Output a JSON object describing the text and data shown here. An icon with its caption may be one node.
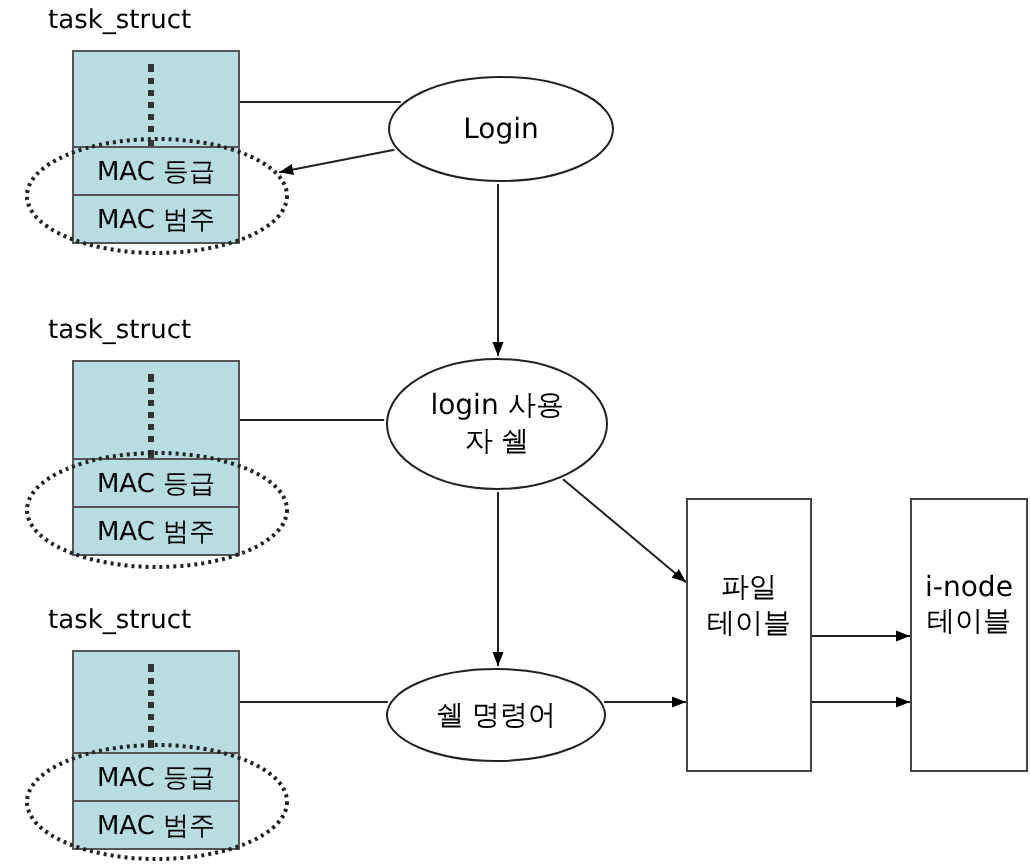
{
  "diagram": {
    "nodes": [
      {
        "text": [
          "task_struct"
        ]
      },
      {
        "text": [
          "MAC 등급"
        ]
      },
      {
        "text": [
          "MAC 범주"
        ]
      },
      {
        "text": [],
        "shape": "ellipse"
      },
      {
        "text": [
          "Login"
        ]
      },
      {
        "text": [
          "task_struct"
        ]
      },
      {
        "text": [
          "MAC 등급"
        ]
      },
      {
        "text": [
          "MAC 범주"
        ]
      },
      {
        "text": [],
        "shape": "ellipse"
      },
      {
        "text": [
          "login 사용자 쉘"
        ]
      },
      {
        "text": [
          "task_struct"
        ]
      },
      {
        "text": [
          "MAC 등급"
        ]
      },
      {
        "text": [
          "MAC 범주"
        ]
      },
      {
        "text": [],
        "shape": "ellipse"
      },
      {
        "text": [
          "쉘 명령어"
        ]
      },
      {
        "text": [
          "파일 테이블"
        ]
      },
      {
        "text": [
          "i-node 테이블"
        ]
      }
    ],
    "edges": [
      {
        "from": 4,
        "to": 0,
        "arrow": "none"
      },
      {
        "from": 4,
        "to": 3,
        "arrow": "to"
      },
      {
        "from": 4,
        "to": 9,
        "arrow": "to"
      },
      {
        "from": 9,
        "to": 5,
        "arrow": "none"
      },
      {
        "from": 9,
        "to": 14,
        "arrow": "to"
      },
      {
        "from": 9,
        "to": 15,
        "arrow": "to"
      },
      {
        "from": 14,
        "to": 10,
        "arrow": "none"
      },
      {
        "from": 14,
        "to": 15,
        "arrow": "to"
      },
      {
        "from": 15,
        "to": 16,
        "arrow": "to"
      },
      {
        "from": 15,
        "to": 16,
        "arrow": "to"
      }
    ]
  }
}
